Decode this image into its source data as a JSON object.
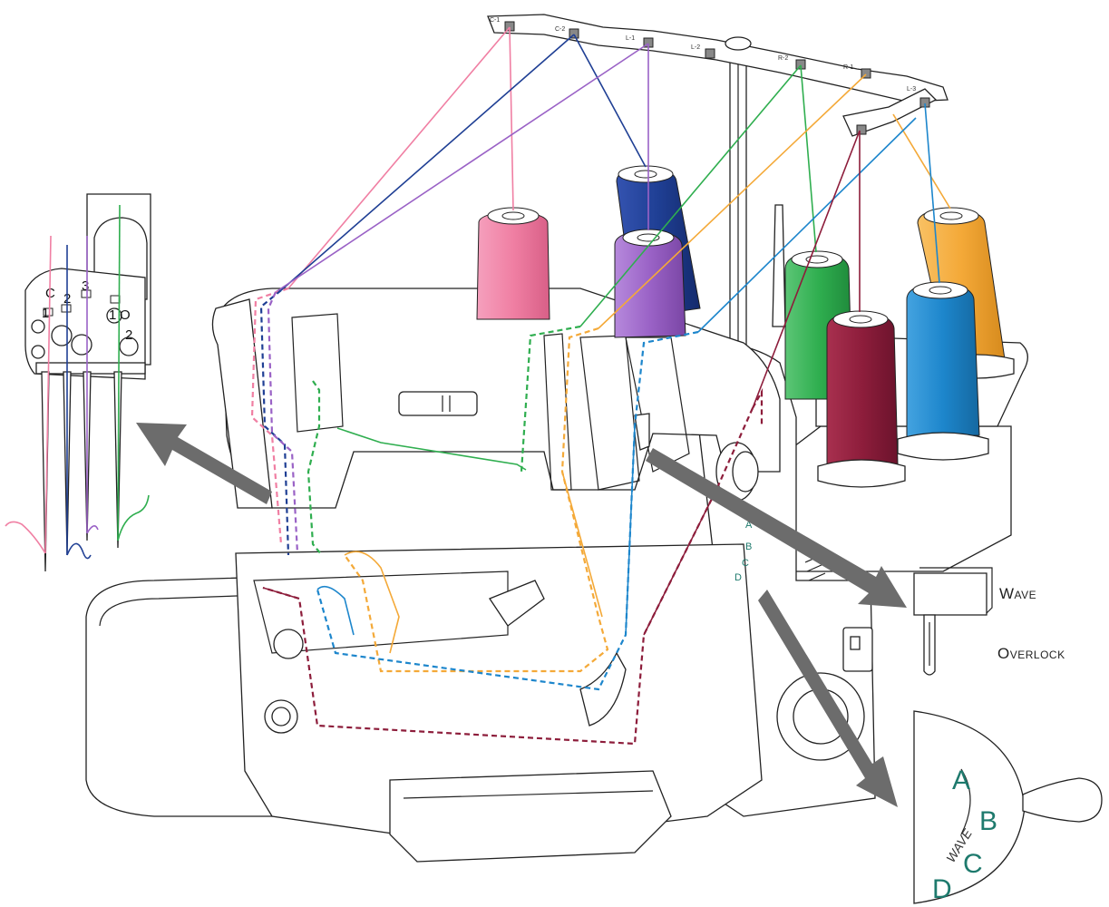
{
  "labels": {
    "wave": "Wave",
    "overlock": "Overlock",
    "needle_c": "C",
    "needle_1": "1",
    "needle_2": "2",
    "needle_3": "3",
    "needle_1o": "1",
    "needle_o": "O",
    "needle_2r": "2",
    "dial_a": "A",
    "dial_b": "B",
    "dial_c": "C",
    "dial_d": "D",
    "dial_wave": "WAVE"
  },
  "stand_tags": [
    "C-1",
    "C-2",
    "L-1",
    "L-2",
    "R-2",
    "R-1",
    "L-3"
  ],
  "colors": {
    "pink": "#f07fa3",
    "navy": "#1f3f94",
    "purple": "#9a62c6",
    "green": "#2fae4f",
    "maroon": "#8d1d3b",
    "blue": "#1d86cc",
    "orange": "#f4a938",
    "dial_text": "#1e7a6d",
    "arrow": "#6c6c6c"
  },
  "spools": [
    {
      "name": "spool-pink",
      "color": "pink"
    },
    {
      "name": "spool-navy",
      "color": "navy"
    },
    {
      "name": "spool-purple",
      "color": "purple"
    },
    {
      "name": "spool-green",
      "color": "green"
    },
    {
      "name": "spool-maroon",
      "color": "maroon"
    },
    {
      "name": "spool-blue",
      "color": "blue"
    },
    {
      "name": "spool-orange",
      "color": "orange"
    }
  ]
}
